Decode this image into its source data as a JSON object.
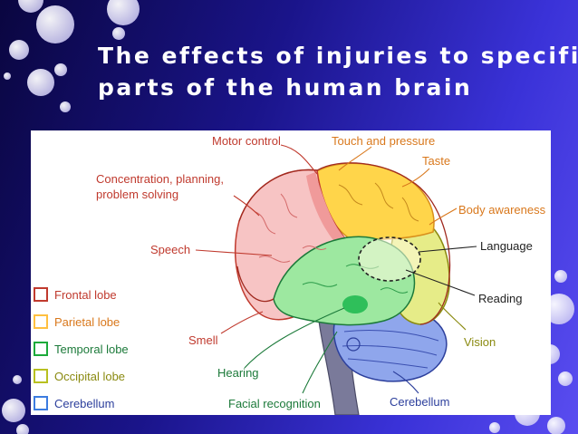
{
  "title": {
    "line1": "The effects of injuries to specific",
    "line2": "parts of the human brain"
  },
  "labels": {
    "motor_control": "Motor control",
    "touch_pressure": "Touch and pressure",
    "taste": "Taste",
    "concentration_1": "Concentration, planning,",
    "concentration_2": "problem solving",
    "body_awareness": "Body awareness",
    "speech": "Speech",
    "language": "Language",
    "reading": "Reading",
    "smell": "Smell",
    "vision": "Vision",
    "hearing": "Hearing",
    "facial_recognition": "Facial recognition",
    "cerebellum": "Cerebellum"
  },
  "legend": [
    {
      "label": "Frontal lobe",
      "color": "#e8a6a6"
    },
    {
      "label": "Parietal lobe",
      "color": "#ffd27a"
    },
    {
      "label": "Temporal lobe",
      "color": "#8fe09c"
    },
    {
      "label": "Occipital  lobe",
      "color": "#e7e89a"
    },
    {
      "label": "Cerebellum",
      "color": "#a9b8ec"
    }
  ],
  "colors": {
    "frontal": "#f7c4c4",
    "parietal": "#ffd54a",
    "temporal": "#9de8a0",
    "occipital": "#e6ec88",
    "cerebellum": "#8fa6ec",
    "stem": "#7a7a9a"
  }
}
